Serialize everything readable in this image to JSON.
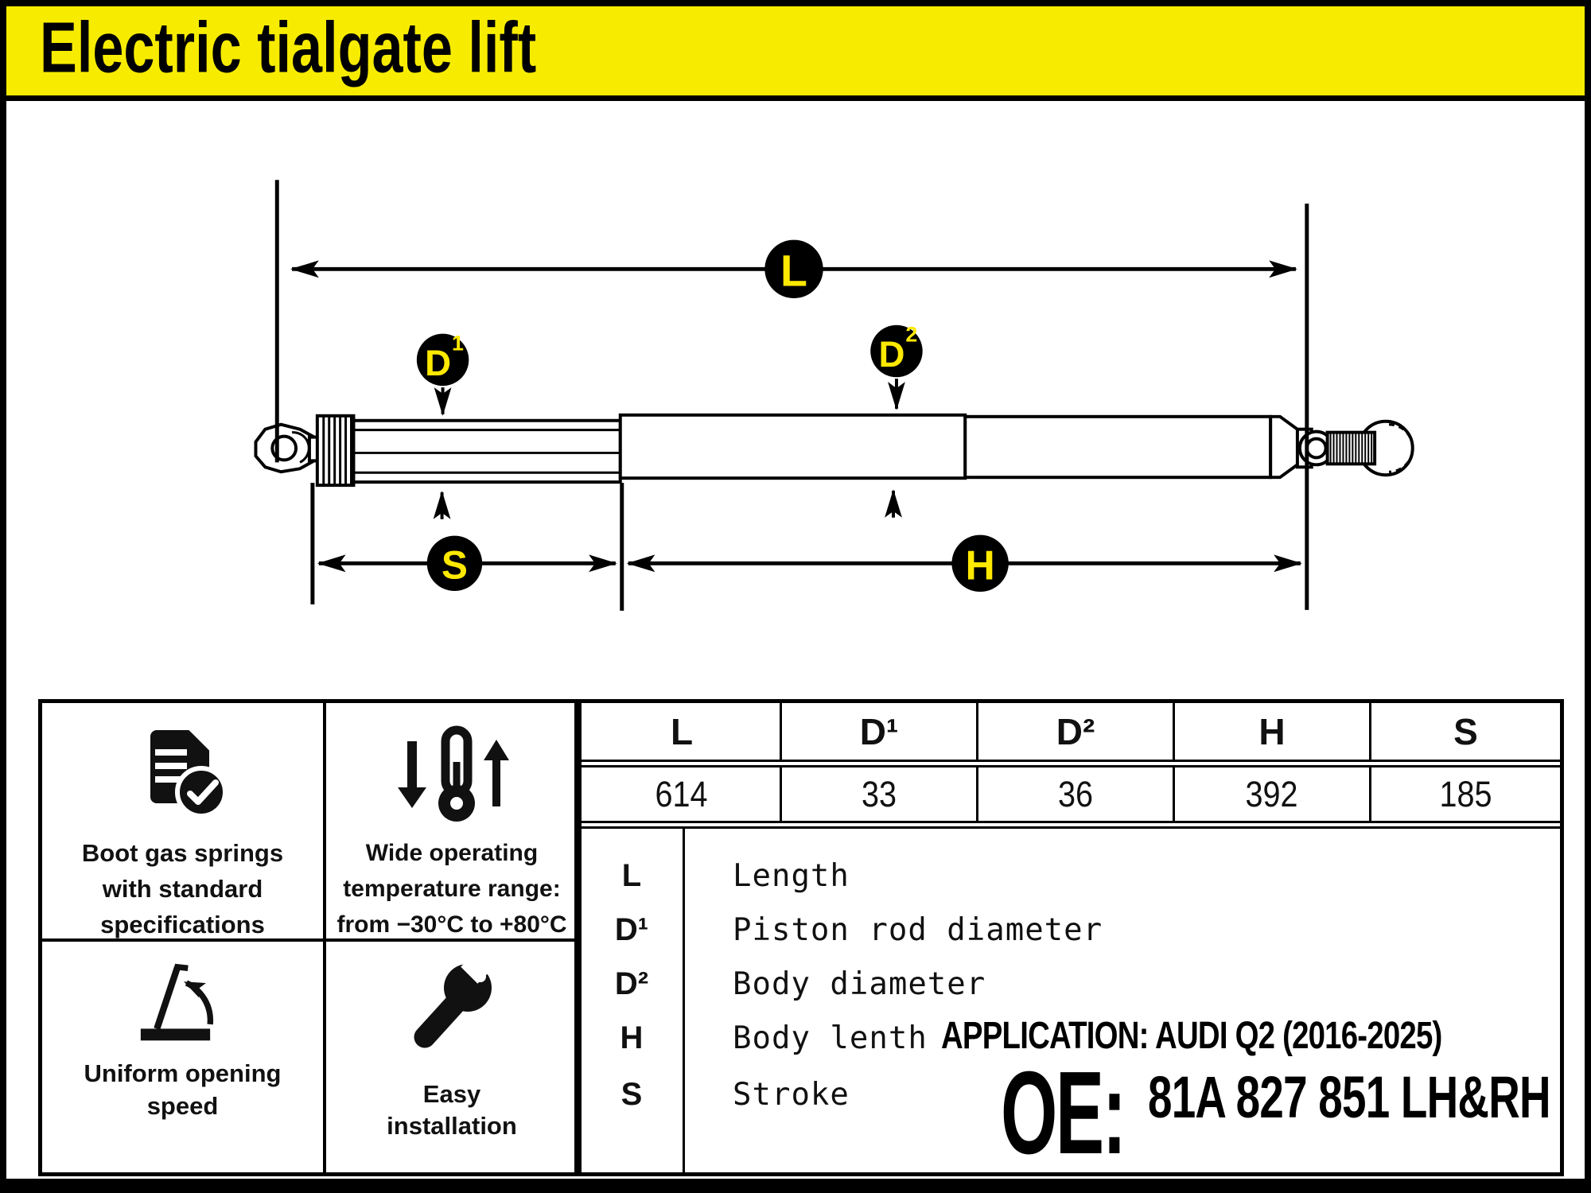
{
  "banner": {
    "title": "Electric tialgate lift"
  },
  "colors": {
    "banner_yellow": "#F7EC00",
    "label_yellow": "#FFE900"
  },
  "diagram": {
    "l": "L",
    "d_letter": "D",
    "d1_sup": "1",
    "d2_sup": "2",
    "s": "S",
    "h": "H"
  },
  "spec_table": {
    "headers": [
      "L",
      "D¹",
      "D²",
      "H",
      "S"
    ],
    "values": [
      "614",
      "33",
      "36",
      "392",
      "185"
    ]
  },
  "legend": {
    "rows": [
      {
        "symbol": "L",
        "desc": "Length"
      },
      {
        "symbol": "D¹",
        "desc": "Piston rod diameter"
      },
      {
        "symbol": "D²",
        "desc": "Body diameter"
      },
      {
        "symbol": "H",
        "desc": "Body lenth"
      },
      {
        "symbol": "S",
        "desc": "Stroke"
      }
    ]
  },
  "features": [
    {
      "icon": "document-check-icon",
      "lines": [
        "Boot gas springs",
        "with standard",
        "specifications"
      ]
    },
    {
      "icon": "thermometer-range-icon",
      "lines": [
        "Wide operating",
        "temperature range:",
        "from −30°C to +80°C"
      ]
    },
    {
      "icon": "uniform-speed-icon",
      "lines": [
        "Uniform opening",
        "speed"
      ]
    },
    {
      "icon": "wrench-icon",
      "lines": [
        "Easy",
        "installation"
      ]
    }
  ],
  "application": {
    "text": "APPLICATION: AUDI Q2  (2016-2025)"
  },
  "oe": {
    "label": "OE:",
    "value": "81A 827 851  LH&RH"
  }
}
